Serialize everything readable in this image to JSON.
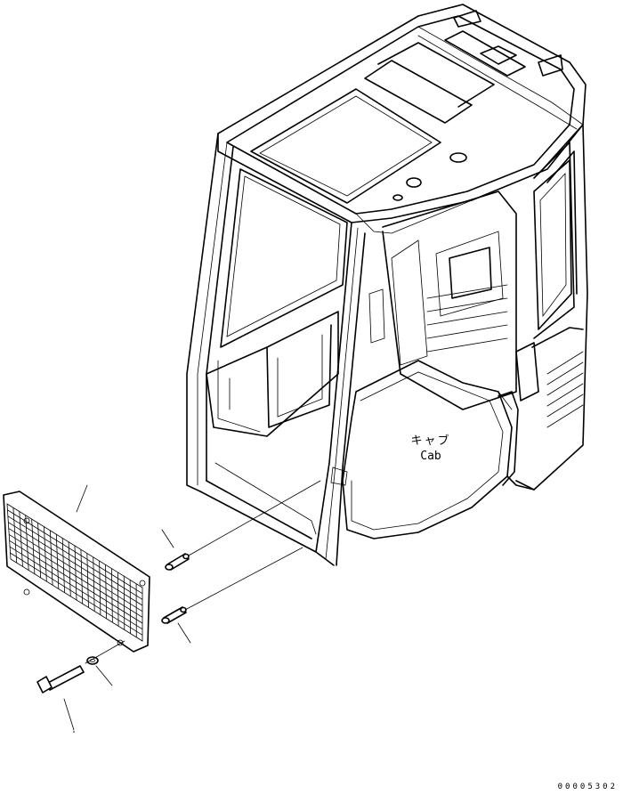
{
  "cab_label": {
    "japanese": "キャブ",
    "english": "Cab"
  },
  "drawing_number": "00005302",
  "colors": {
    "ink": "#000000",
    "paper": "#ffffff"
  },
  "parts": [
    {
      "id": "guard-screen",
      "icon": "mesh-guard-icon"
    },
    {
      "id": "pin-upper",
      "icon": "pin-icon"
    },
    {
      "id": "pin-lower",
      "icon": "pin-icon"
    },
    {
      "id": "washer",
      "icon": "washer-icon"
    },
    {
      "id": "bolt",
      "icon": "bolt-icon"
    }
  ]
}
